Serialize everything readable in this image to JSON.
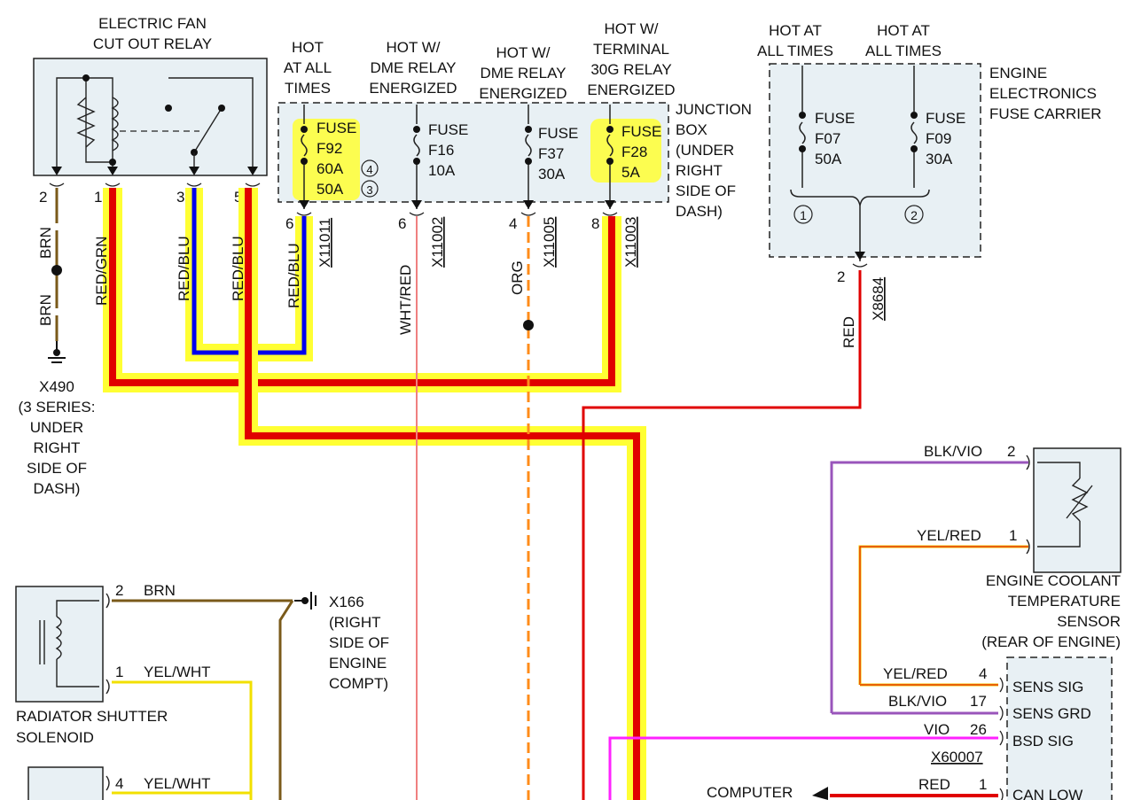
{
  "relay": {
    "title1": "ELECTRIC FAN",
    "title2": "CUT OUT RELAY",
    "pins": [
      "2",
      "1",
      "3",
      "5"
    ]
  },
  "junction": {
    "hot1": [
      "HOT",
      "AT ALL",
      "TIMES"
    ],
    "hot2": [
      "HOT W/",
      "DME RELAY",
      "ENERGIZED"
    ],
    "hot3": [
      "HOT W/",
      "DME RELAY",
      "ENERGIZED"
    ],
    "hot4": [
      "HOT W/",
      "TERMINAL",
      "30G RELAY",
      "ENERGIZED"
    ],
    "label": [
      "JUNCTION",
      "BOX",
      "(UNDER",
      "RIGHT",
      "SIDE OF",
      "DASH)"
    ],
    "f92": [
      "FUSE",
      "F92",
      "60A",
      "50A"
    ],
    "c4": "4",
    "c3": "3",
    "f16": [
      "FUSE",
      "F16",
      "10A"
    ],
    "f37": [
      "FUSE",
      "F37",
      "30A"
    ],
    "f28": [
      "FUSE",
      "F28",
      "5A"
    ],
    "pin6a": "6",
    "pin6b": "6",
    "pin4": "4",
    "pin8": "8",
    "x11011": "X11011",
    "x11002": "X11002",
    "x11005": "X11005",
    "x11003": "X11003"
  },
  "fusecarrier": {
    "hot1": [
      "HOT AT",
      "ALL TIMES"
    ],
    "hot2": [
      "HOT AT",
      "ALL TIMES"
    ],
    "label": [
      "ENGINE",
      "ELECTRONICS",
      "FUSE CARRIER"
    ],
    "f07": [
      "FUSE",
      "F07",
      "50A"
    ],
    "f09": [
      "FUSE",
      "F09",
      "30A"
    ],
    "c1": "1",
    "c2": "2",
    "pin": "2",
    "conn": "X8684"
  },
  "wires": {
    "brn": "BRN",
    "brn2": "BRN",
    "redgrn": "RED/GRN",
    "redblu1": "RED/BLU",
    "redblu2": "RED/BLU",
    "redblu3": "RED/BLU",
    "whtred": "WHT/RED",
    "org": "ORG",
    "red": "RED"
  },
  "ground1": {
    "name": "X490",
    "lines": [
      "(3 SERIES:",
      "UNDER",
      "RIGHT",
      "SIDE OF",
      "DASH)"
    ]
  },
  "ground2": {
    "name": "X166",
    "lines": [
      "(RIGHT",
      "SIDE OF",
      "ENGINE",
      "COMPT)"
    ]
  },
  "shutter": {
    "label": [
      "RADIATOR SHUTTER",
      "SOLENOID"
    ],
    "p2": "2",
    "w2": "BRN",
    "p1": "1",
    "w1": "YEL/WHT",
    "p4": "4",
    "w4": "YEL/WHT"
  },
  "sensor": {
    "label": [
      "ENGINE COOLANT",
      "TEMPERATURE",
      "SENSOR",
      "(REAR OF ENGINE)"
    ],
    "w2": "BLK/VIO",
    "p2": "2",
    "w1": "YEL/RED",
    "p1": "1"
  },
  "ecm": {
    "rows": [
      {
        "wire": "YEL/RED",
        "pin": "4",
        "sig": "SENS SIG"
      },
      {
        "wire": "BLK/VIO",
        "pin": "17",
        "sig": "SENS GRD"
      },
      {
        "wire": "VIO",
        "pin": "26",
        "sig": "BSD SIG"
      },
      {
        "wire": "RED",
        "pin": "1",
        "sig": "CAN LOW"
      }
    ],
    "conn": "X60007",
    "computer": "COMPUTER"
  }
}
